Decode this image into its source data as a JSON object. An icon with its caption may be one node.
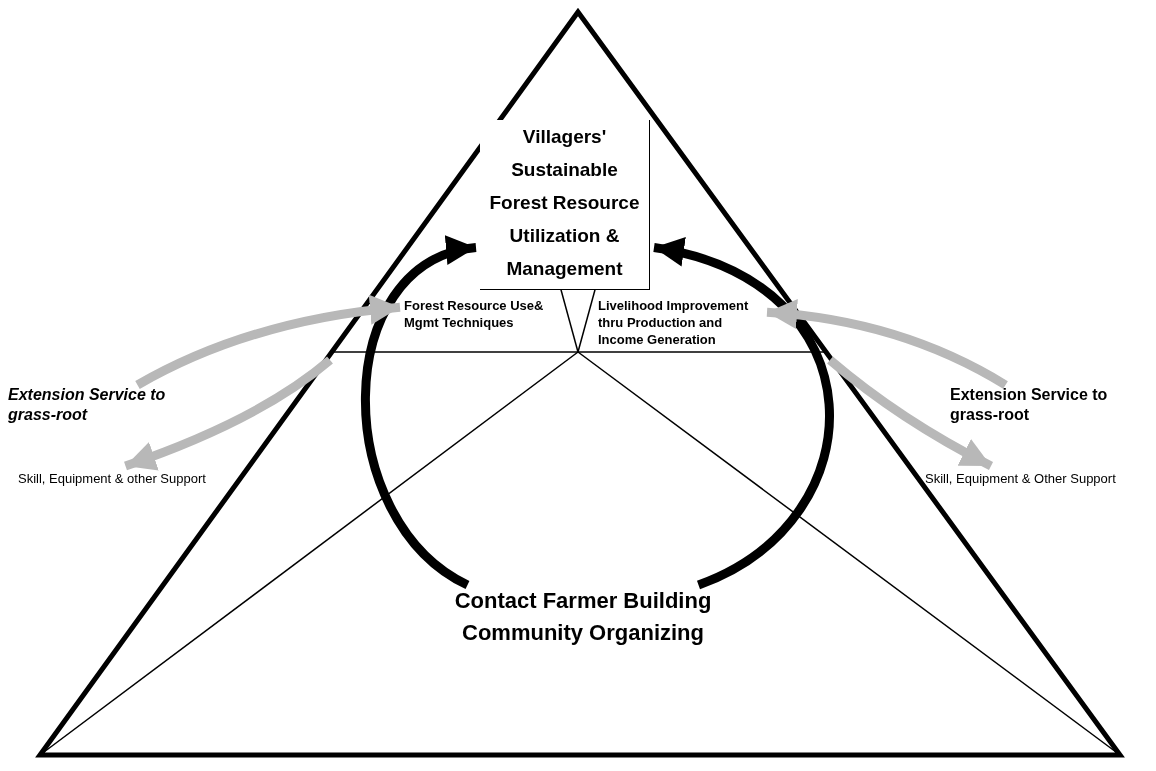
{
  "diagram": {
    "nodes": [
      {
        "text": [
          "Villagers' Sustainable Forest Resource Utilization & Management"
        ]
      },
      {
        "text": [
          "Forest Resource Use& Mgmt Techniques"
        ]
      },
      {
        "text": [
          "Livelihood Improvement thru Production and Income Generation"
        ]
      },
      {
        "text": [
          "Contact Farmer Building Community Organizing"
        ]
      },
      {
        "text": [
          "Extension Service to grass-root"
        ]
      },
      {
        "text": [
          "Skill, Equipment & other Support"
        ]
      },
      {
        "text": [
          "Extension Service to grass-root"
        ]
      },
      {
        "text": [
          "Skill, Equipment & Other Support"
        ]
      }
    ],
    "edges": [
      {
        "from": 3,
        "to": 0,
        "arrow": "to",
        "color": "#000000"
      },
      {
        "from": 3,
        "to": 0,
        "arrow": "to",
        "color": "#000000"
      },
      {
        "from": 4,
        "to": 1,
        "arrow": "to"
      },
      {
        "from": null,
        "to": 5,
        "arrow": "to"
      },
      {
        "from": 6,
        "to": 2,
        "arrow": "to"
      },
      {
        "from": null,
        "to": 7,
        "arrow": "to"
      }
    ]
  }
}
